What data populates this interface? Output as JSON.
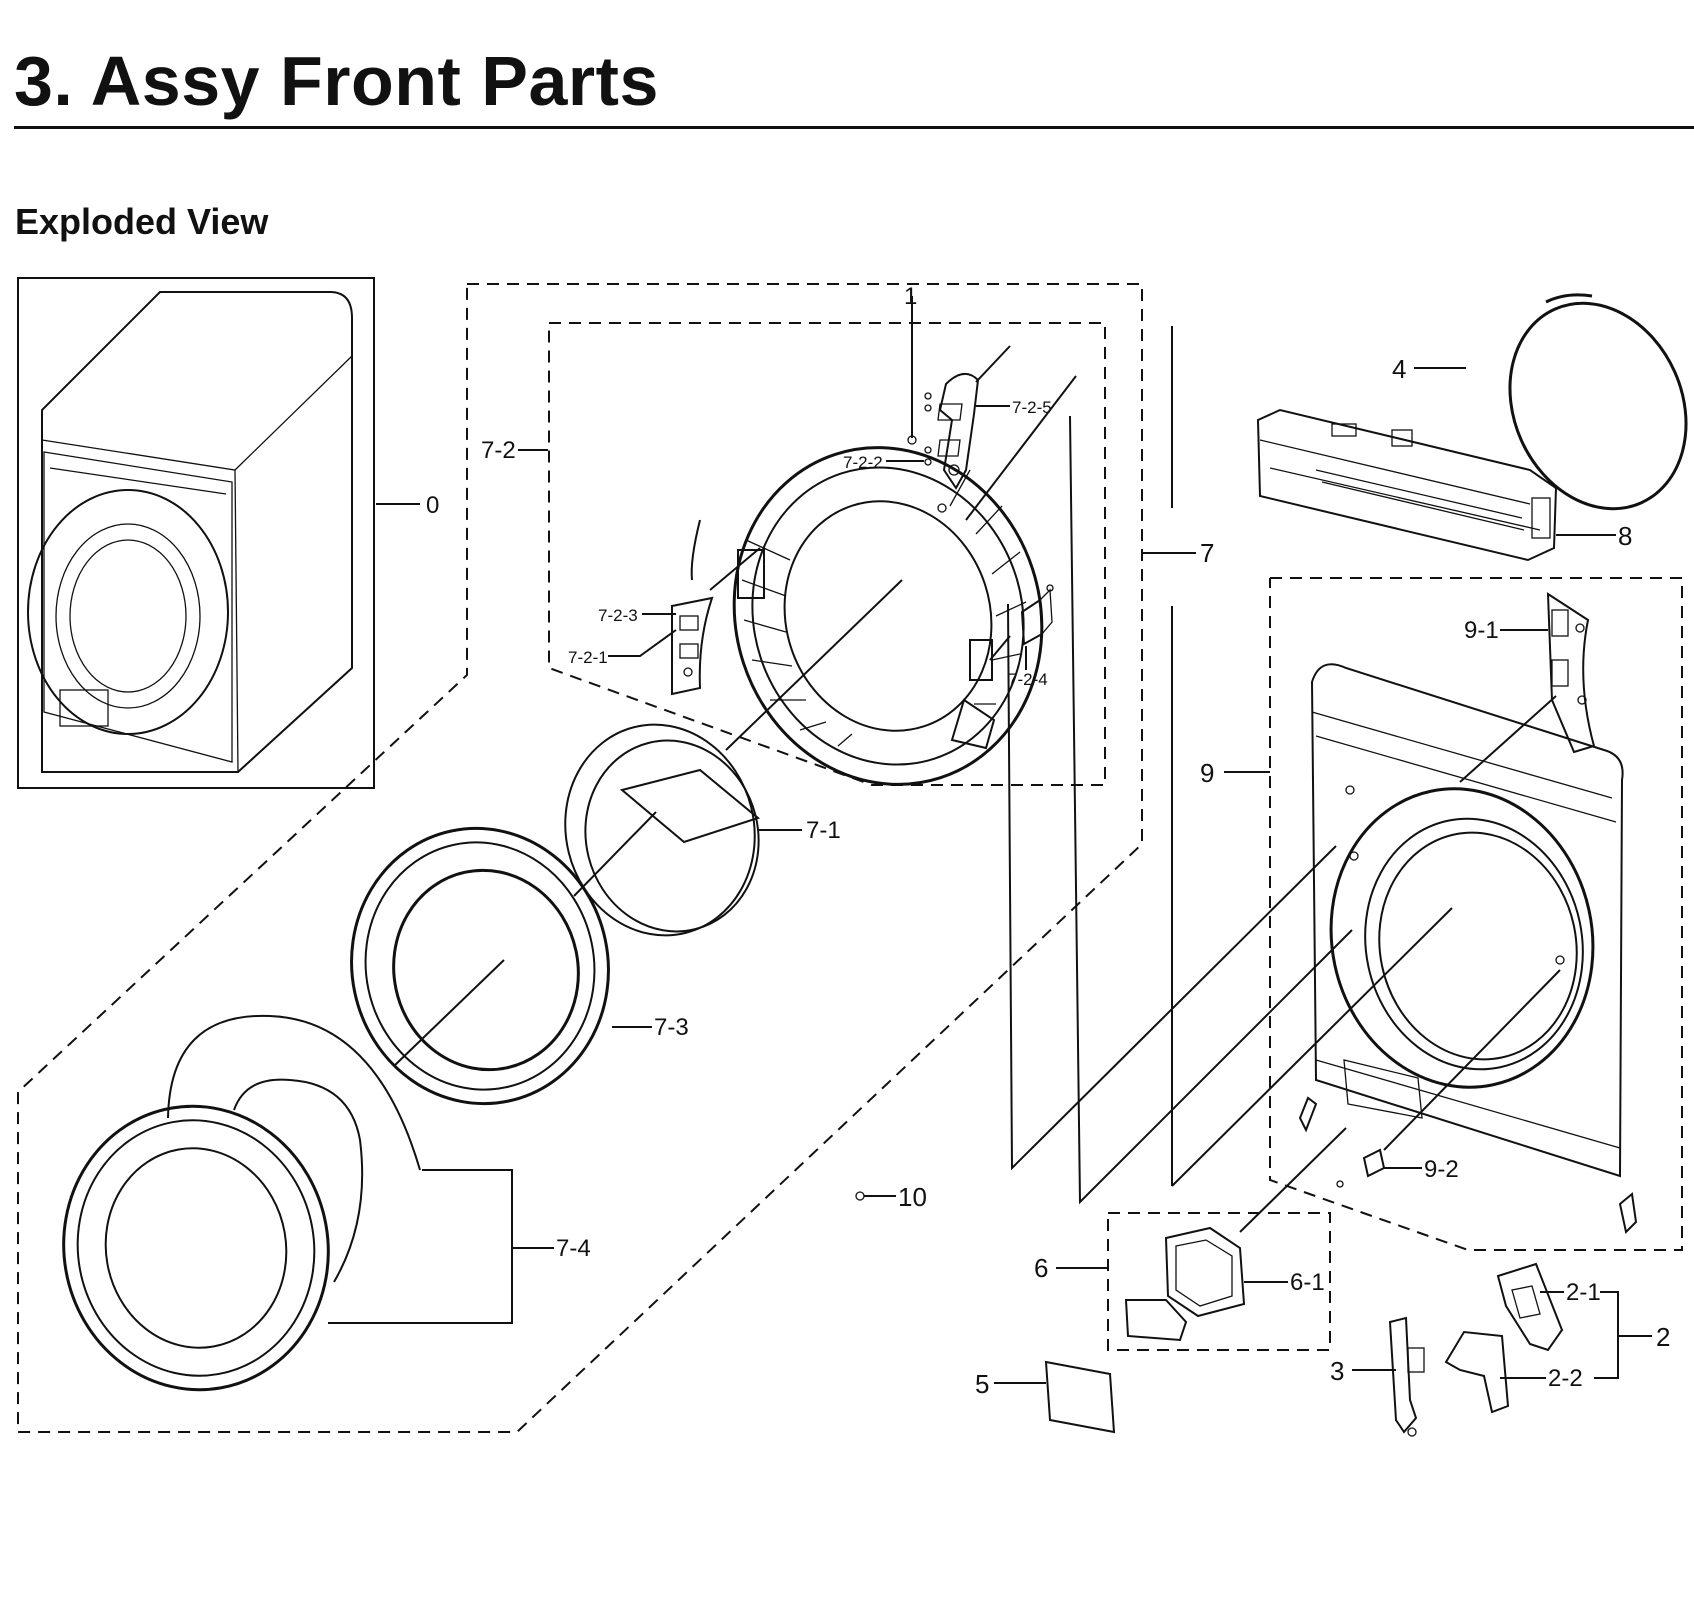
{
  "header": {
    "title": "3.  Assy Front Parts",
    "section": "Exploded View"
  },
  "callouts": {
    "c0": "0",
    "c1": "1",
    "c2": "2",
    "c2_1": "2-1",
    "c2_2": "2-2",
    "c3": "3",
    "c4": "4",
    "c5": "5",
    "c6": "6",
    "c6_1": "6-1",
    "c7": "7",
    "c7_1": "7-1",
    "c7_2": "7-2",
    "c7_2_1": "7-2-1",
    "c7_2_2": "7-2-2",
    "c7_2_3": "7-2-3",
    "c7_2_4": "7-2-4",
    "c7_2_5": "7-2-5",
    "c7_3": "7-3",
    "c7_4": "7-4",
    "c8": "8",
    "c9": "9",
    "c9_1": "9-1",
    "c9_2": "9-2",
    "c10": "10"
  }
}
